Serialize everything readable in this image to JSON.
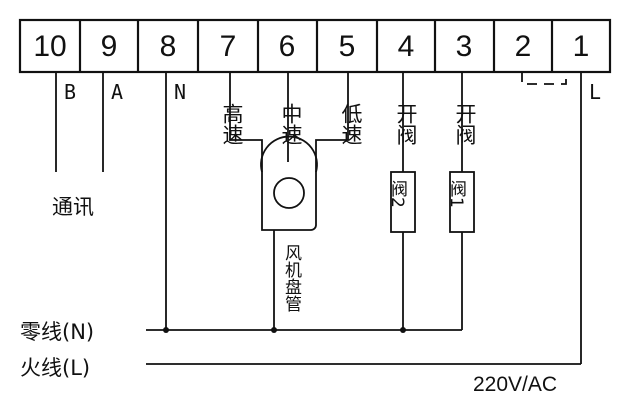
{
  "terminals": [
    {
      "number": "10",
      "label": "B"
    },
    {
      "number": "9",
      "label": "A"
    },
    {
      "number": "8",
      "label": "N"
    },
    {
      "number": "7",
      "label": "高速"
    },
    {
      "number": "6",
      "label": "中速"
    },
    {
      "number": "5",
      "label": "低速"
    },
    {
      "number": "4",
      "label": "开阀"
    },
    {
      "number": "3",
      "label": "开阀"
    },
    {
      "number": "2",
      "label": ""
    },
    {
      "number": "1",
      "label": "L"
    }
  ],
  "comm_label": "通讯",
  "fan_label": "风机盘管",
  "valve1_label": "阀2",
  "valve2_label": "阀1",
  "neutral_label": "零线(N)",
  "live_label": "火线(L)",
  "supply_label": "220V/AC"
}
